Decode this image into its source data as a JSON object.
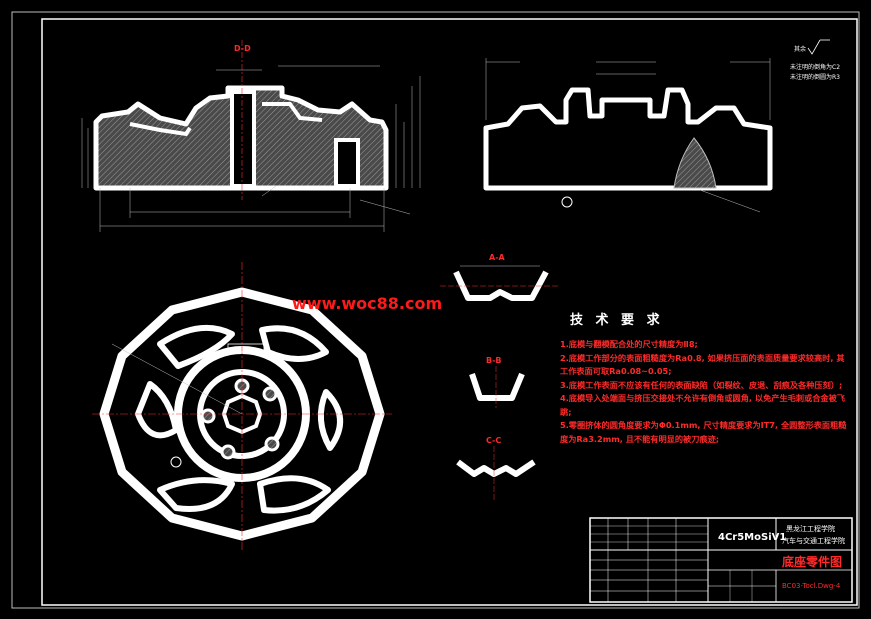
{
  "sections": {
    "d_d": "D-D",
    "a_a": "A-A",
    "b_b": "B-B",
    "c_c": "C-C"
  },
  "watermark": "www.woc88.com",
  "tech_requirements": {
    "title": "技 术 要 求",
    "items": [
      "1.底模与翻模配合处的尺寸精度为Ⅱ8;",
      "2.底模工作部分的表面粗糙度为Ra0.8, 如果挤压面的表面质量要求较高时, 其工作表面可取Ra0.08~0.05;",
      "3.底模工作表面不应该有任何的表面缺陷（如裂纹、皮退、刮痕及各种压刻）;",
      "4.底模导入处端面与挤压交接处不允许有倒角或圆角, 以免产生毛刺或合金被飞跳;",
      "5.零圈挤体的圆角度要求为Φ0.1mm, 尺寸精度要求为IT7, 全圆整形表面粗糙度为Ra3.2mm, 且不能有明显的被刀痕迹;"
    ]
  },
  "roughness_note": {
    "line1": "其余",
    "line2": "未注明的倒角为C2",
    "line3": "未注明的倒圆为R3"
  },
  "title_block": {
    "material": "4Cr5MoSiV1",
    "school_line1": "黑龙江工程学院",
    "school_line2": "汽车与交通工程学院",
    "drawing_name": "底座零件图",
    "drawing_no": "BC03-Tocl.Dwg-4"
  },
  "colors": {
    "background": "#000000",
    "outline": "#ffffff",
    "annotation": "#ff2a2a",
    "hatch": "#6b6b6b"
  }
}
